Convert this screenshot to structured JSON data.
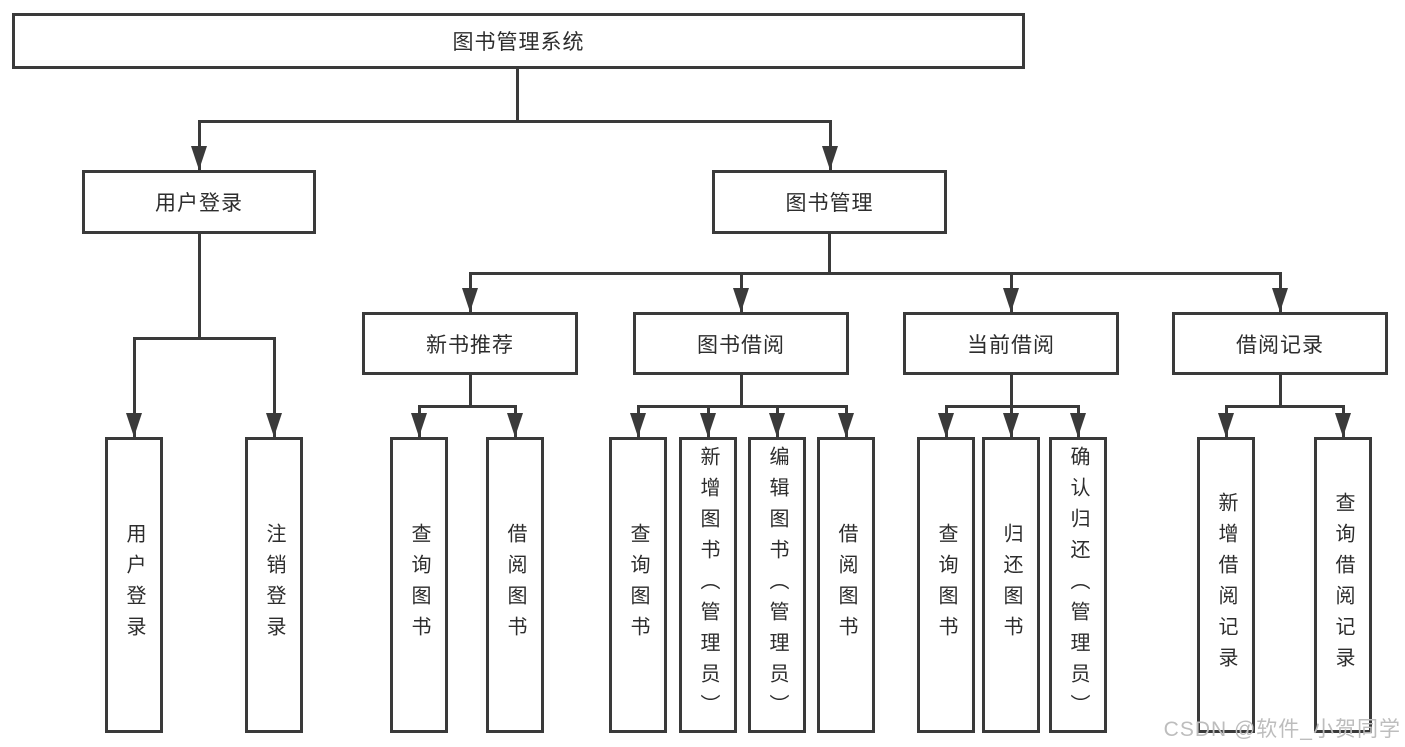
{
  "tree": {
    "root": {
      "label": "图书管理系统",
      "children": [
        {
          "label": "用户登录",
          "children": [
            {
              "label": "用户登录"
            },
            {
              "label": "注销登录"
            }
          ]
        },
        {
          "label": "图书管理",
          "children": [
            {
              "label": "新书推荐",
              "children": [
                {
                  "label": "查询图书"
                },
                {
                  "label": "借阅图书"
                }
              ]
            },
            {
              "label": "图书借阅",
              "children": [
                {
                  "label": "查询图书"
                },
                {
                  "label": "新增图书（管理员）"
                },
                {
                  "label": "编辑图书（管理员）"
                },
                {
                  "label": "借阅图书"
                }
              ]
            },
            {
              "label": "当前借阅",
              "children": [
                {
                  "label": "查询图书"
                },
                {
                  "label": "归还图书"
                },
                {
                  "label": "确认归还（管理员）"
                }
              ]
            },
            {
              "label": "借阅记录",
              "children": [
                {
                  "label": "新增借阅记录"
                },
                {
                  "label": "查询借阅记录"
                }
              ]
            }
          ]
        }
      ]
    }
  },
  "watermark": {
    "text": "CSDN @软件_小贺同学"
  },
  "colors": {
    "line": "#3a3a3a",
    "text": "#2d2d2d",
    "box_background": "#ffffff",
    "page_background": "#ffffff",
    "watermark": "#bdbdbd"
  }
}
